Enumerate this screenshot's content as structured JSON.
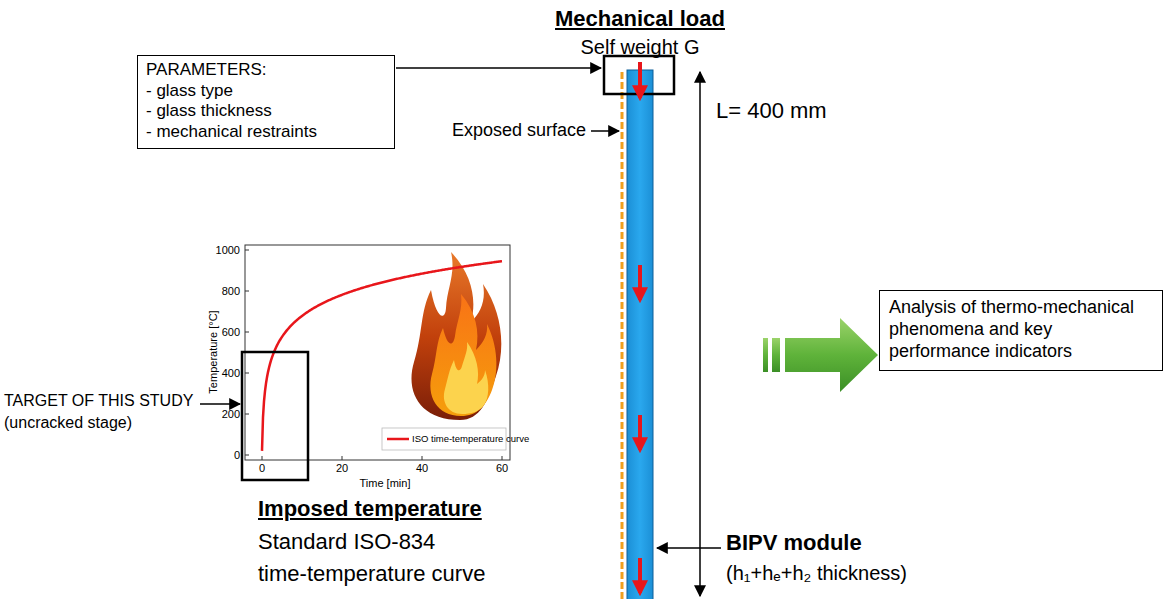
{
  "diagram": {
    "nodes": [
      {
        "text": [
          "PARAMETERS:",
          "- glass type",
          "- glass thickness",
          "- mechanical restraints"
        ]
      },
      {
        "text": [
          "Analysis of thermo-mechanical phenomena and key performance indicators"
        ]
      }
    ],
    "labels": [
      "Mechanical load",
      "Self weight G",
      "Exposed surface",
      "L= 400 mm",
      "1000",
      "800",
      "600",
      "400",
      "200",
      "0",
      "Temperature [°C]",
      "0",
      "20",
      "40",
      "60",
      "Time [min]",
      "TARGET OF THIS STUDY",
      "(uncracked stage)",
      "Imposed temperature",
      "Standard ISO-834",
      "time-temperature curve",
      "BIPV module",
      "(h₁+hₑ+h₂ thickness)"
    ],
    "legend": [
      {
        "text": "ISO time-temperature curve"
      }
    ]
  }
}
